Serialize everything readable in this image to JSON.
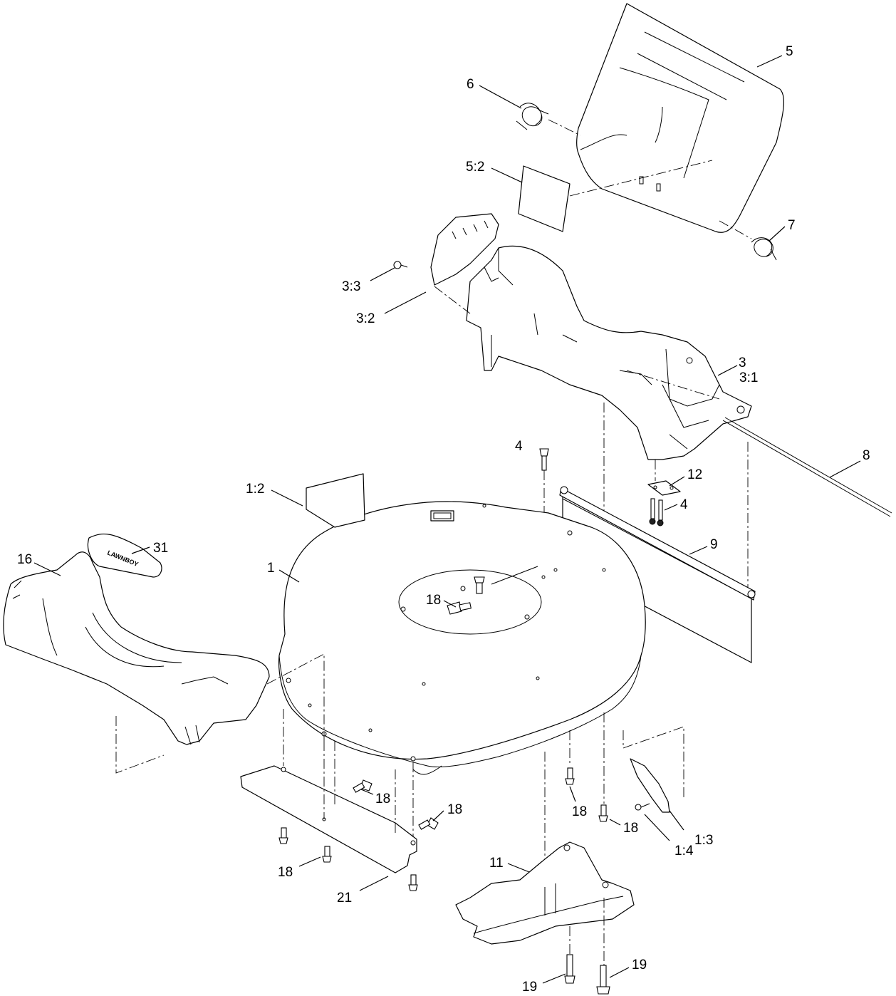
{
  "diagram": {
    "callouts": {
      "c5": "5",
      "c6": "6",
      "c5_2": "5:2",
      "c7": "7",
      "c3_3": "3:3",
      "c3_2": "3:2",
      "c3": "3",
      "c3_1": "3:1",
      "c4_top": "4",
      "c8": "8",
      "c12": "12",
      "c4_right": "4",
      "c1_2": "1:2",
      "c9": "9",
      "c16": "16",
      "c31": "31",
      "c1": "1",
      "c18_center": "18",
      "c18_a": "18",
      "c18_b": "18",
      "c18_c": "18",
      "c18_d": "18",
      "c18_e": "18",
      "c1_3": "1:3",
      "c1_4": "1:4",
      "c11": "11",
      "c21": "21",
      "c19_left": "19",
      "c19_right": "19"
    },
    "logo_text": "LAWNBOY"
  }
}
